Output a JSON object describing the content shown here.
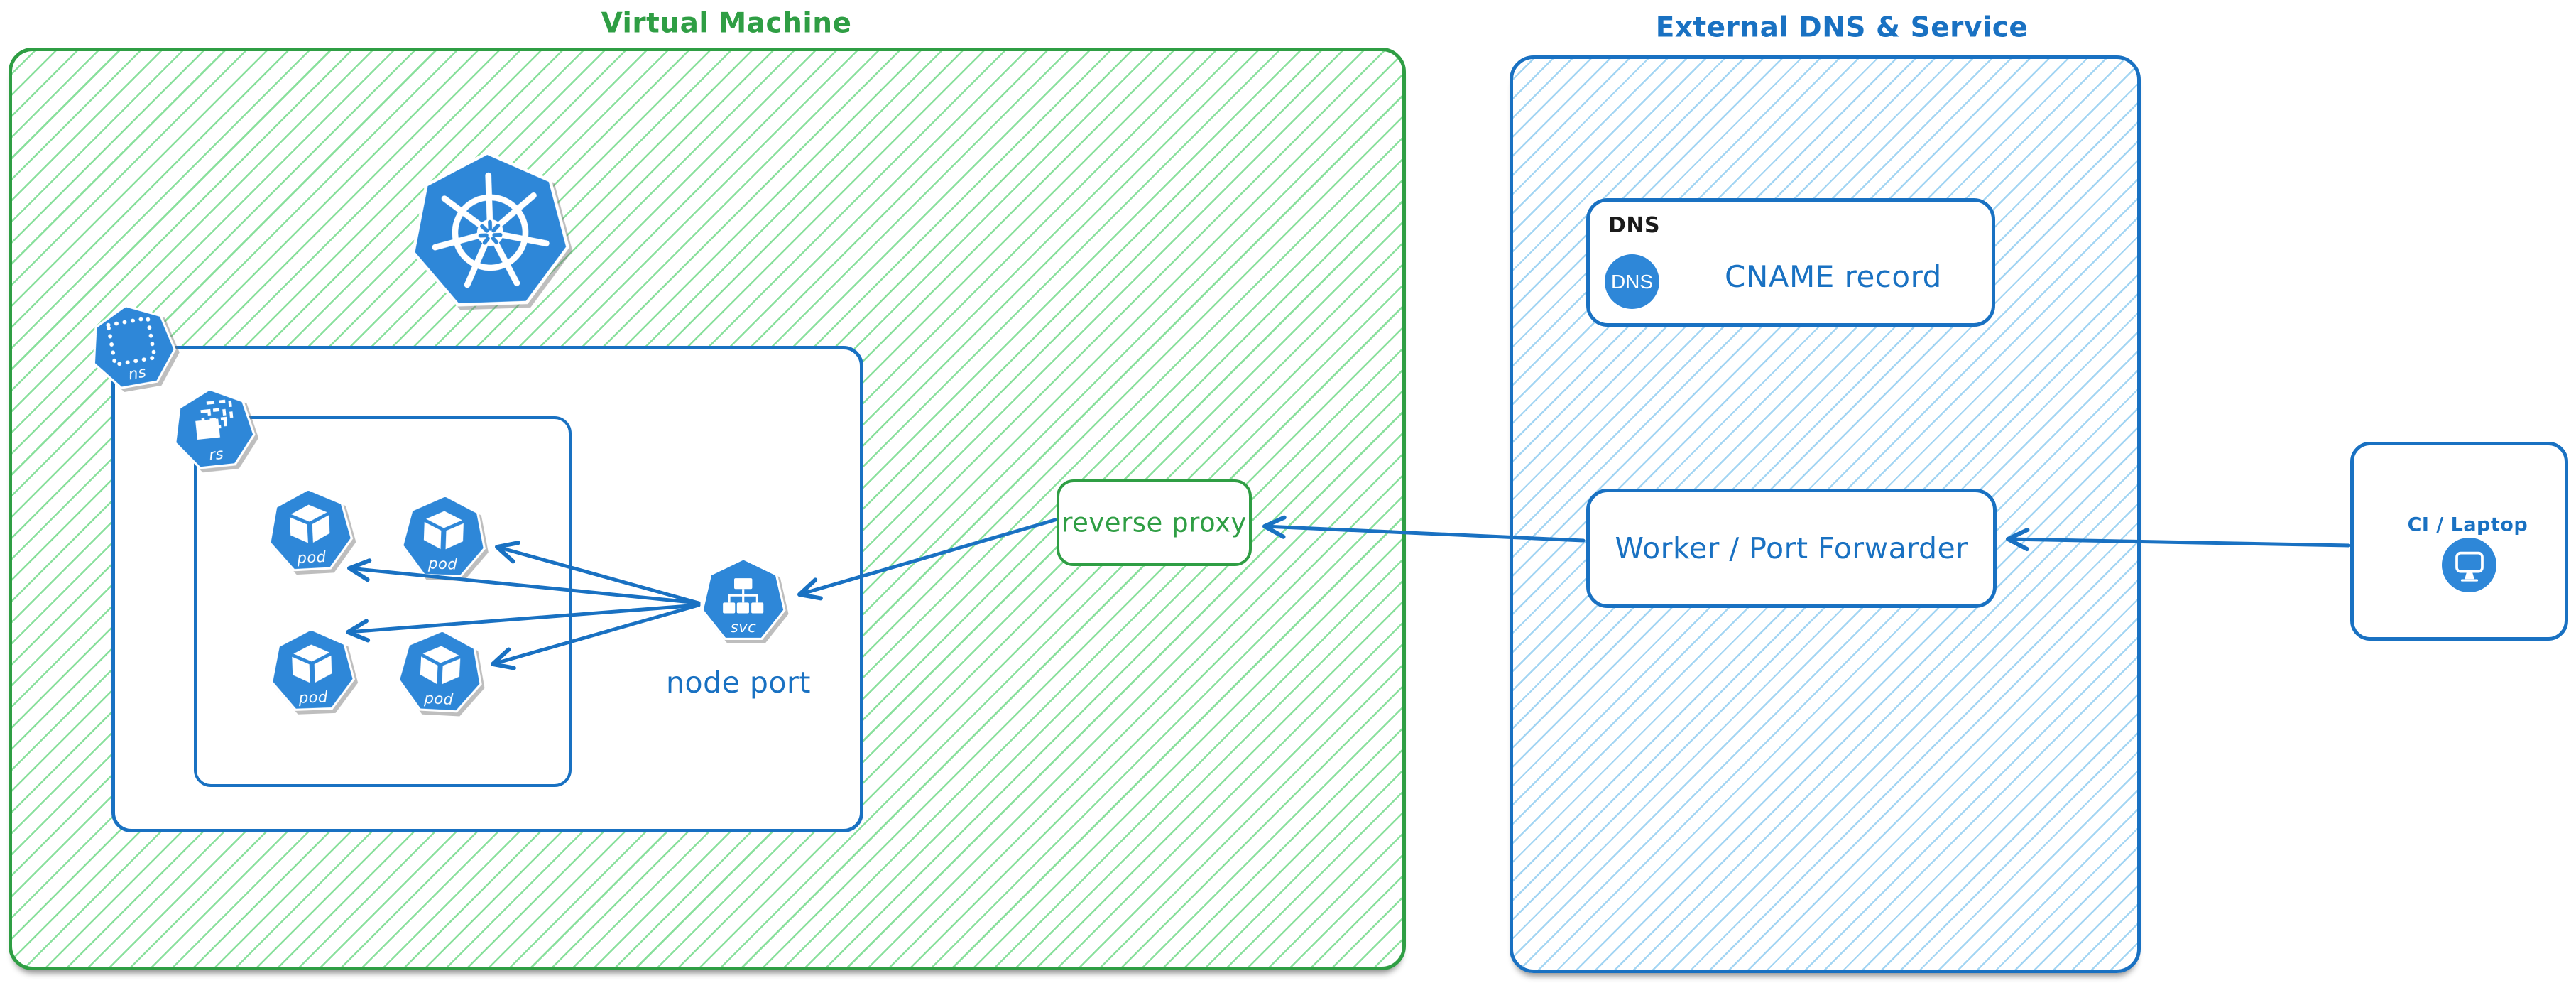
{
  "colors": {
    "green_stroke": "#2f9e44",
    "green_hatch": "#8ae09d",
    "blue_stroke": "#1971c2",
    "blue_hatch": "#a3d5f3",
    "icon_blue": "#2e87d8",
    "black_text": "#1b1b1b"
  },
  "vm": {
    "title": "Virtual Machine",
    "namespace_icon_label": "ns",
    "replicaset_icon_label": "rs",
    "pods": [
      {
        "label": "pod"
      },
      {
        "label": "pod"
      },
      {
        "label": "pod"
      },
      {
        "label": "pod"
      }
    ],
    "service_icon_label": "svc",
    "service_caption": "node port"
  },
  "reverse_proxy": {
    "label": "reverse proxy"
  },
  "external": {
    "title": "External DNS & Service",
    "dns_card": {
      "heading": "DNS",
      "badge": "DNS",
      "record_label": "CNAME record"
    },
    "worker": {
      "label": "Worker / Port Forwarder"
    }
  },
  "ci": {
    "label": "CI / Laptop"
  },
  "icons": {
    "kubernetes_logo": "kubernetes-helm-wheel-icon",
    "namespace": "namespace-dotted-square-heptagon-icon",
    "replicaset": "replicaset-stacked-rects-heptagon-icon",
    "pod": "pod-cube-heptagon-icon",
    "service": "service-tree-heptagon-icon",
    "dns_badge": "dns-circle-badge-icon",
    "ci_device": "monitor-circle-icon"
  },
  "connections": [
    {
      "from": "ci-laptop",
      "to": "worker-port-forwarder"
    },
    {
      "from": "worker-port-forwarder",
      "to": "reverse-proxy"
    },
    {
      "from": "reverse-proxy",
      "to": "node-port-service"
    },
    {
      "from": "node-port-service",
      "to": "pod-1"
    },
    {
      "from": "node-port-service",
      "to": "pod-2"
    },
    {
      "from": "node-port-service",
      "to": "pod-3"
    },
    {
      "from": "node-port-service",
      "to": "pod-4"
    }
  ]
}
